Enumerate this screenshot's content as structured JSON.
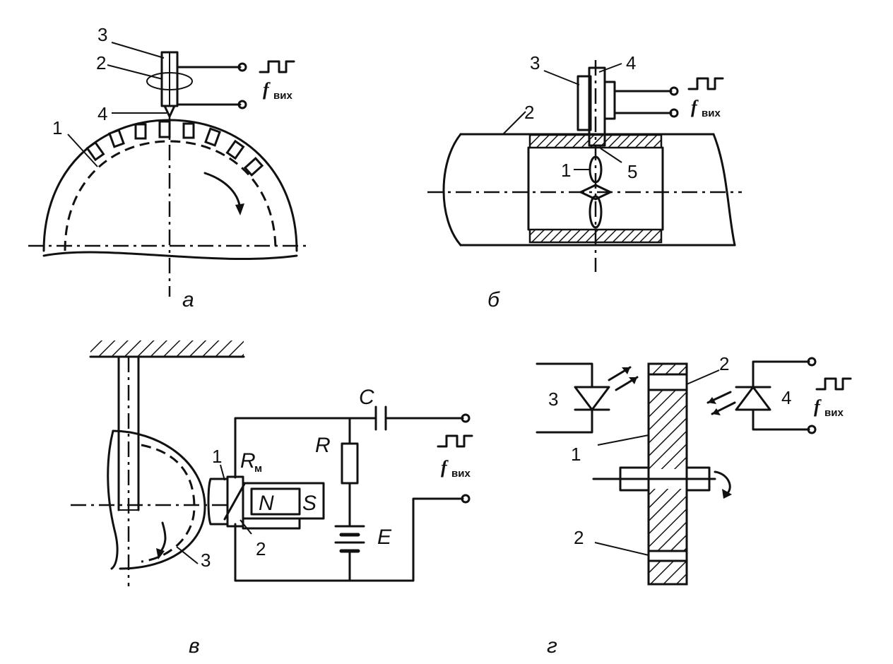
{
  "panels": {
    "a": {
      "caption": "а",
      "labels": {
        "l1": "1",
        "l2": "2",
        "l3": "3",
        "l4": "4"
      },
      "out_f": "f",
      "out_sub": "вих"
    },
    "b": {
      "caption": "б",
      "labels": {
        "l1": "1",
        "l2": "2",
        "l3": "3",
        "l4": "4",
        "l5": "5"
      },
      "out_f": "f",
      "out_sub": "вих"
    },
    "v": {
      "caption": "в",
      "labels": {
        "l1": "1",
        "l2": "2",
        "l3": "3",
        "rm": "R",
        "rm_sub": "м",
        "r": "R",
        "c": "C",
        "e": "E",
        "n": "N",
        "s": "S"
      },
      "out_f": "f",
      "out_sub": "вих"
    },
    "g": {
      "caption": "г",
      "labels": {
        "l1": "1",
        "l2a": "2",
        "l2b": "2",
        "l3": "3",
        "l4": "4"
      },
      "out_f": "f",
      "out_sub": "вих"
    }
  }
}
